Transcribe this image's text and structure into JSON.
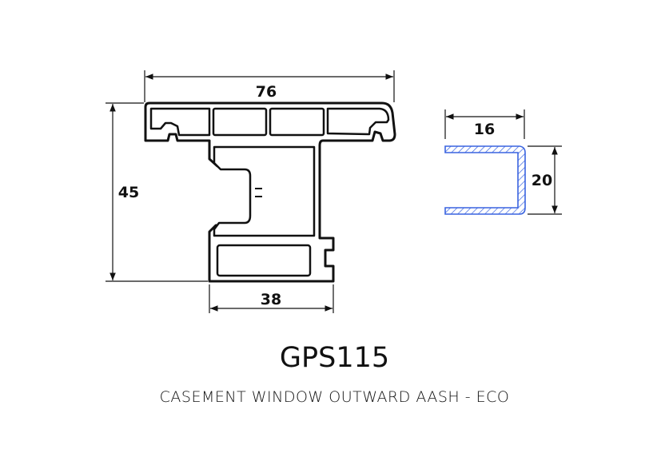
{
  "title": "GPS115",
  "subtitle": "CASEMENT WINDOW OUTWARD AASH - ECO",
  "main_profile": {
    "width_label": "76",
    "height_label": "45",
    "bottom_width_label": "38"
  },
  "bead_profile": {
    "width_label": "16",
    "height_label": "20",
    "color": "#3a64e0"
  }
}
